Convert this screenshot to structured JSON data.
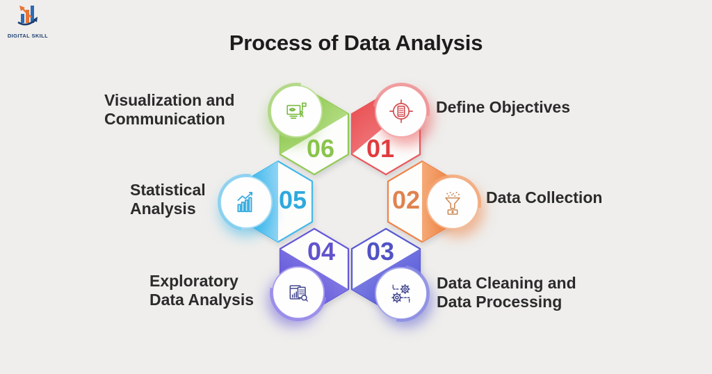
{
  "page": {
    "background": "#efeeec"
  },
  "logo": {
    "brand_text": "DIGITAL SKILL",
    "icon": "bar-chart-rocket-logo",
    "colors": {
      "navy": "#1c3e70",
      "blue": "#2b6cb5",
      "orange": "#e87436"
    }
  },
  "header": {
    "title": "Process of Data Analysis"
  },
  "diagram": {
    "type": "hexagon-process-cycle",
    "steps": [
      {
        "number": "01",
        "name": "Define Objectives",
        "lines": [
          "Define Objectives"
        ],
        "color": "#e8474b",
        "icon": "target-document-icon"
      },
      {
        "number": "02",
        "name": "Data Collection",
        "lines": [
          "Data Collection"
        ],
        "color": "#ee7d3e",
        "icon": "funnel-data-icon"
      },
      {
        "number": "03",
        "name": "Data Cleaning and Data Processing",
        "lines": [
          "Data Cleaning and",
          "Data Processing"
        ],
        "color": "#5355cf",
        "icon": "gears-processing-icon"
      },
      {
        "number": "04",
        "name": "Exploratory Data Analysis",
        "lines": [
          "Exploratory",
          "Data Analysis"
        ],
        "color": "#6051d6",
        "icon": "report-magnifier-icon"
      },
      {
        "number": "05",
        "name": "Statistical Analysis",
        "lines": [
          "Statistical",
          "Analysis"
        ],
        "color": "#2fb3ea",
        "icon": "bar-chart-growth-icon"
      },
      {
        "number": "06",
        "name": "Visualization and Communication",
        "lines": [
          "Visualization and",
          "Communication"
        ],
        "color": "#8bc551",
        "icon": "presentation-screen-icon"
      }
    ]
  }
}
